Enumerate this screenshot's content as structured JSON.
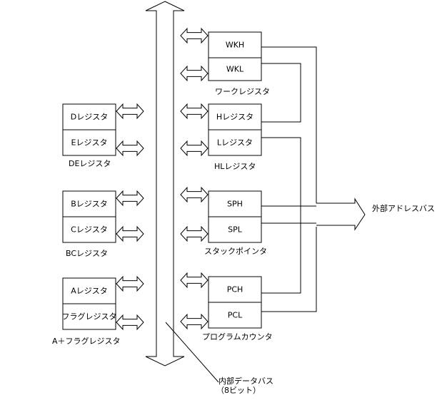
{
  "left_registers": [
    {
      "label": "Dレジスタ"
    },
    {
      "label": "Eレジスタ"
    },
    {
      "label": "Bレジスタ"
    },
    {
      "label": "Cレジスタ"
    },
    {
      "label": "Aレジスタ"
    },
    {
      "label": "フラグレジスタ"
    }
  ],
  "left_group_labels": [
    "DEレジスタ",
    "BCレジスタ",
    "A＋フラグレジスタ"
  ],
  "right_registers": [
    {
      "label": "WKH"
    },
    {
      "label": "WKL"
    },
    {
      "label": "Hレジスタ"
    },
    {
      "label": "Lレジスタ"
    },
    {
      "label": "SPH"
    },
    {
      "label": "SPL"
    },
    {
      "label": "PCH"
    },
    {
      "label": "PCL"
    }
  ],
  "right_group_labels": [
    "ワークレジスタ",
    "HLレジスタ",
    "スタックポインタ",
    "プログラムカウンタ"
  ],
  "address_bus_label": "外部アドレスバス",
  "data_bus_label": "内部データバス",
  "data_bus_width": "（8ビット）"
}
